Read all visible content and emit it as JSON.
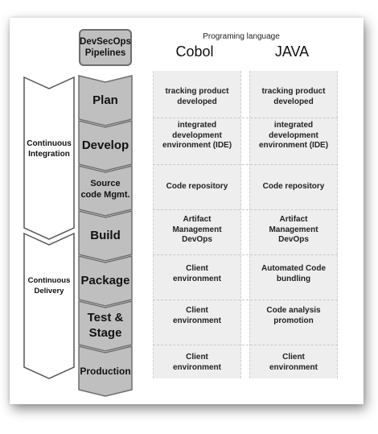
{
  "header": {
    "pipelines_label": "DevSecOps Pipelines",
    "language_title": "Programing language",
    "columns": [
      "Cobol",
      "JAVA"
    ]
  },
  "phases": [
    {
      "label": "Continuous Integration"
    },
    {
      "label": "Continuous Delivery"
    }
  ],
  "stages": [
    {
      "label": "Plan",
      "cobol": "tracking product developed",
      "java": "tracking product developed"
    },
    {
      "label": "Develop",
      "cobol": "integrated development environment (IDE)",
      "java": "integrated development environment (IDE)"
    },
    {
      "label": "Source code Mgmt.",
      "cobol": "Code repository",
      "java": "Code repository"
    },
    {
      "label": "Build",
      "cobol": "Artifact Management DevOps",
      "java": "Artifact Management DevOps"
    },
    {
      "label": "Package",
      "cobol": "Client environment",
      "java": "Automated Code bundling"
    },
    {
      "label": "Test & Stage",
      "cobol": "Client environment",
      "java": "Code analysis promotion"
    },
    {
      "label": "Production",
      "cobol": "Client environment",
      "java": "Client environment"
    }
  ],
  "colors": {
    "stage_fill": "#bfbfbf",
    "stage_stroke": "#6e6e6e",
    "column_bg": "#eeeeee"
  }
}
